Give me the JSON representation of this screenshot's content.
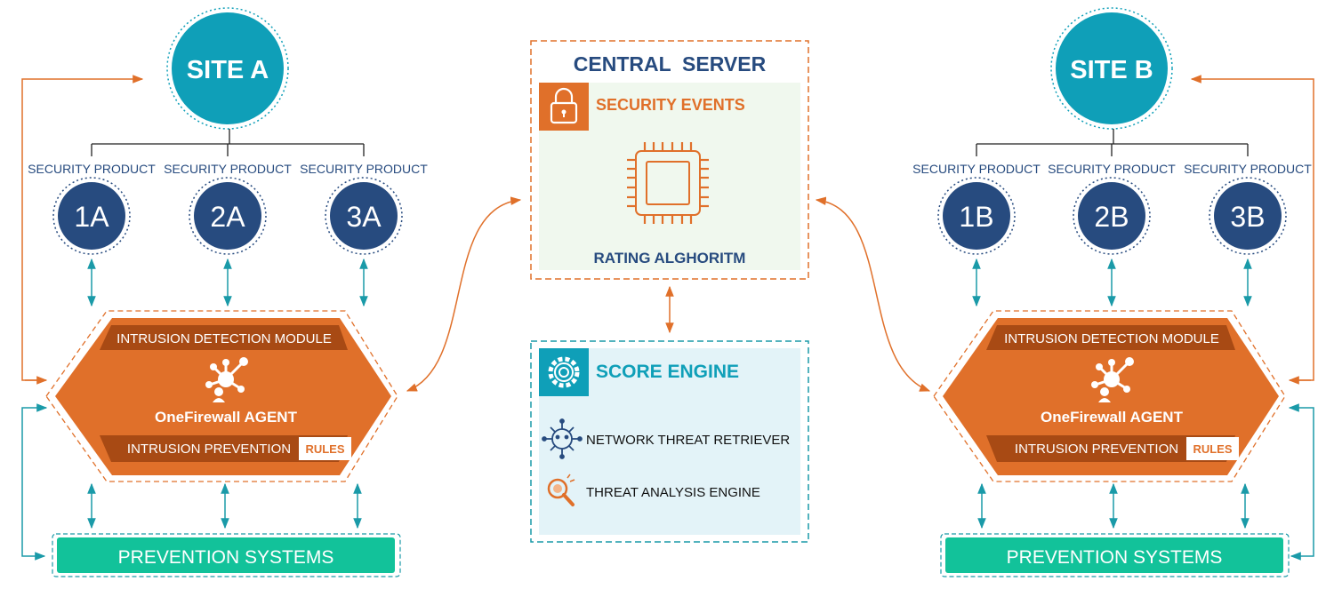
{
  "site_a": {
    "title": "SITE A",
    "products": [
      {
        "caption": "SECURITY PRODUCT",
        "label": "1A"
      },
      {
        "caption": "SECURITY PRODUCT",
        "label": "2A"
      },
      {
        "caption": "SECURITY PRODUCT",
        "label": "3A"
      }
    ],
    "agent": {
      "detection_label": "INTRUSION DETECTION MODULE",
      "name": "OneFirewall AGENT",
      "prevention_label": "INTRUSION PREVENTION",
      "rules_label": "RULES"
    },
    "prevention_systems": "PREVENTION SYSTEMS"
  },
  "site_b": {
    "title": "SITE B",
    "products": [
      {
        "caption": "SECURITY PRODUCT",
        "label": "1B"
      },
      {
        "caption": "SECURITY PRODUCT",
        "label": "2B"
      },
      {
        "caption": "SECURITY PRODUCT",
        "label": "3B"
      }
    ],
    "agent": {
      "detection_label": "INTRUSION DETECTION MODULE",
      "name": "OneFirewall AGENT",
      "prevention_label": "INTRUSION PREVENTION",
      "rules_label": "RULES"
    },
    "prevention_systems": "PREVENTION SYSTEMS"
  },
  "central_server": {
    "title": "CENTRAL  SERVER",
    "events_label": "SECURITY EVENTS",
    "algorithm_label": "RATING ALGHORITM"
  },
  "score_engine": {
    "title": "SCORE ENGINE",
    "items": [
      {
        "label": "NETWORK THREAT RETRIEVER",
        "icon": "virus-network-icon"
      },
      {
        "label": "THREAT ANALYSIS ENGINE",
        "icon": "magnifier-icon"
      }
    ]
  },
  "colors": {
    "teal": "#0f9fb8",
    "navy": "#274b7f",
    "orange": "#e0702a",
    "dark_orange": "#a84a14",
    "green": "#12c29a",
    "cyan_arrow": "#1a9aa8",
    "server_bg": "#f0f8ee",
    "engine_bg": "#e3f3f8"
  }
}
